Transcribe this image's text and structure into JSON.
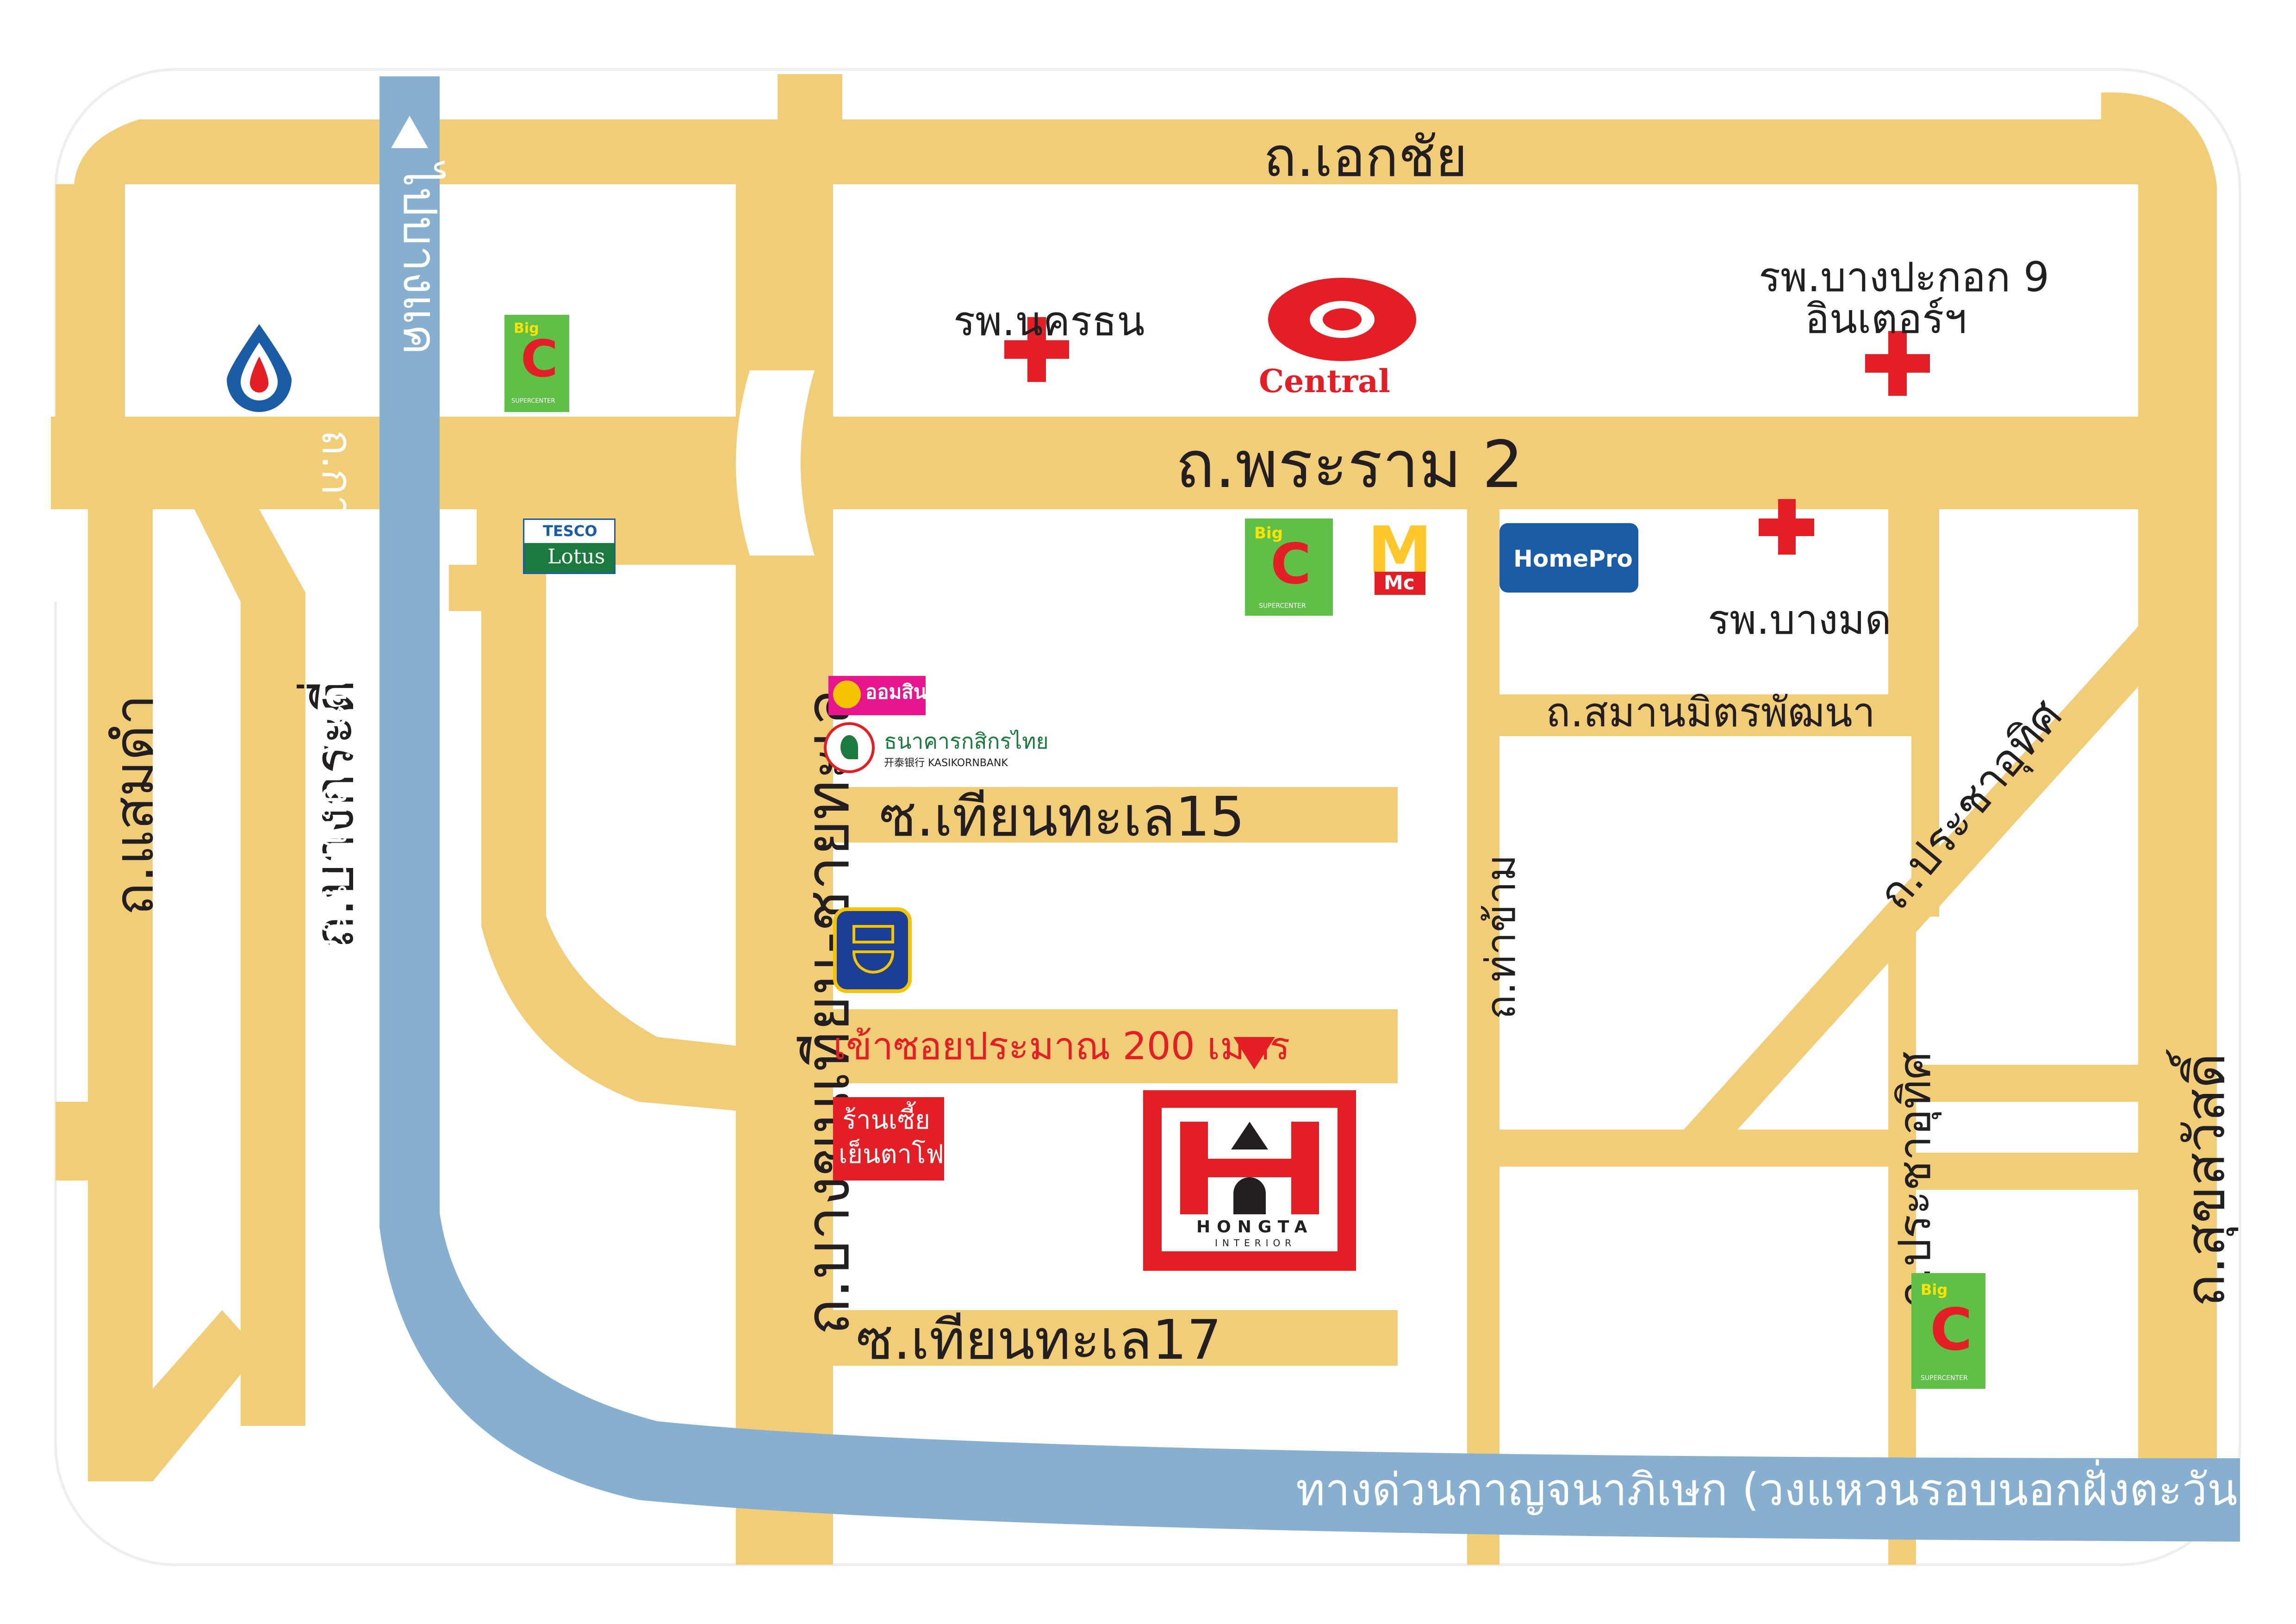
{
  "colors": {
    "road": "#f1cd78",
    "expressway": "#86afd0",
    "background": "#ffffff",
    "text": "#231f20",
    "accent_red": "#e31e24",
    "bigc_green": "#5fbf46",
    "homepro_blue": "#1a5ca5"
  },
  "roads": {
    "ekachai": "ถ.เอกชัย",
    "rama2": "ถ.พระราม 2",
    "saen_dam": "ถ.แสมดำ",
    "bang_kradi": "ถ.บางกระดี่",
    "bang_khun_thian": "ถ.บางขุนเทียน-ชายทะเล",
    "soi15": "ซ.เทียนทะเล15",
    "soi17": "ซ.เทียนทะเล17",
    "tha_kham": "ถ.ท่าข้าม",
    "samanmit": "ถ.สมานมิตรพัฒนา",
    "pracha_uthit_diag": "ถ.ประชาอุทิศ",
    "pracha_uthit": "ถ.ประชาอุทิศ",
    "suksawat": "ถ.สุขสวัสดิ์"
  },
  "expressway": {
    "north_label": "ไปบางแค",
    "vertical_label": "ถ.กาญจนาภิเษก (วงแหวนรอบนอกตะวันตก)",
    "bottom_label": "ทางด่วนกาญจนาภิเษก (วงแหวนรอบนอกฝั่งตะวันตก)",
    "arrow_icon": "arrow-up-icon"
  },
  "hospitals": {
    "nakhon_thon": "รพ.นครธน",
    "bangpakok_line1": "รพ.บางปะกอก 9",
    "bangpakok_line2": "อินเตอร์ฯ",
    "bangmot": "รพ.บางมด"
  },
  "logos": {
    "central": "Central",
    "bigc_top": "Big",
    "bigc_letter": "C",
    "bigc_sub": "SUPERCENTER",
    "tesco_top": "TESCO",
    "tesco_bottom": "Lotus",
    "mcd_letter": "M",
    "mcd_text": "Mc",
    "homepro": "HomePro",
    "gsb": "ออมสิน",
    "kbank_th": "ธนาคารกสิกรไทย",
    "kbank_en": "开泰银行 KASIKORNBANK",
    "hongta_main": "HONGTA",
    "hongta_sub": "INTERIOR"
  },
  "direction": {
    "text": "เข้าซอยประมาณ 200 เมตร"
  },
  "shop": {
    "line1": "ร้านเซี้ย",
    "line2": "เย็นตาโฟ"
  }
}
